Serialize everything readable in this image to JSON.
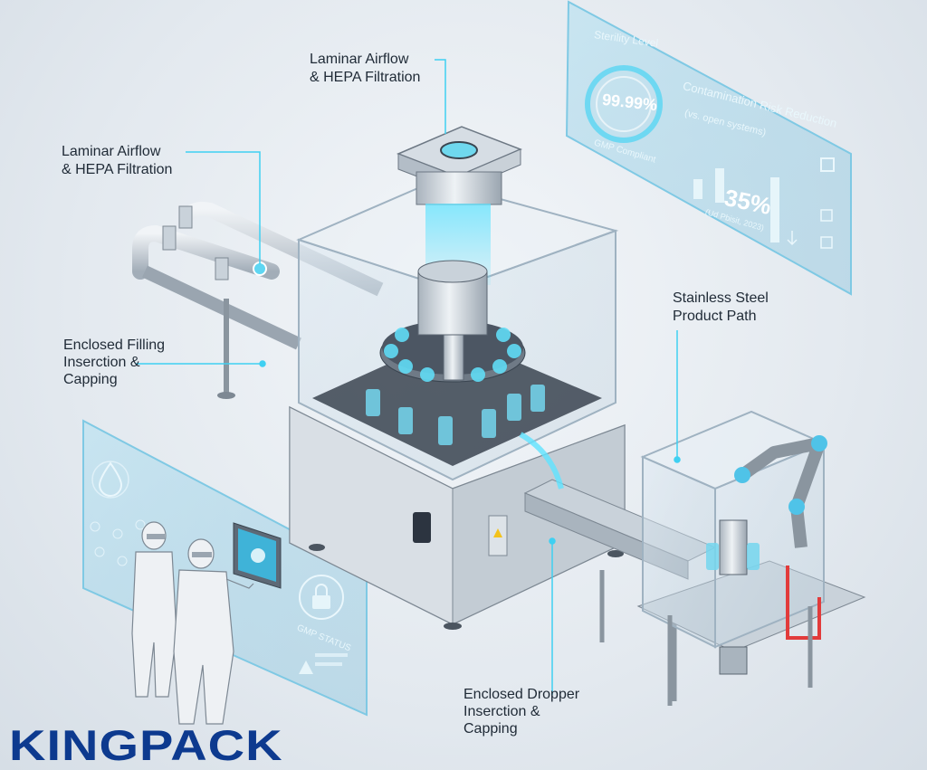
{
  "colors": {
    "accent": "#3fd0f2",
    "brand": "#0d3a8f",
    "steel": "#b9c3cc",
    "hologram": "#9fd8ec",
    "warning": "#f3c21a",
    "hose": "#e23b3b"
  },
  "brand": {
    "name": "KINGPACK"
  },
  "callouts": {
    "top": "Laminar Airflow\n& HEPA Filtration",
    "left_top": "Laminar Airflow\n& HEPA Filtration",
    "left_middle": "Enclosed Filling\nInserction &\nCapping",
    "right": "Stainless Steel\nProduct Path",
    "bottom": "Enclosed Dropper\nInserction &\nCapping"
  },
  "dashboard": {
    "sterility_title": "Sterility Level",
    "sterility_value": "99.99%",
    "sterility_note": "GMP Compliant",
    "risk_title": "Contamination Risk Reduction",
    "risk_subtitle": "(vs. open systems)",
    "risk_value": "35%",
    "risk_note": "(Ud Pbisit, 2023)"
  },
  "left_panel": {
    "note": "GMP STATUS"
  },
  "icons": [
    "droplet-icon",
    "lock-icon",
    "warning-icon",
    "arrow-down-icon",
    "gear-icon"
  ]
}
